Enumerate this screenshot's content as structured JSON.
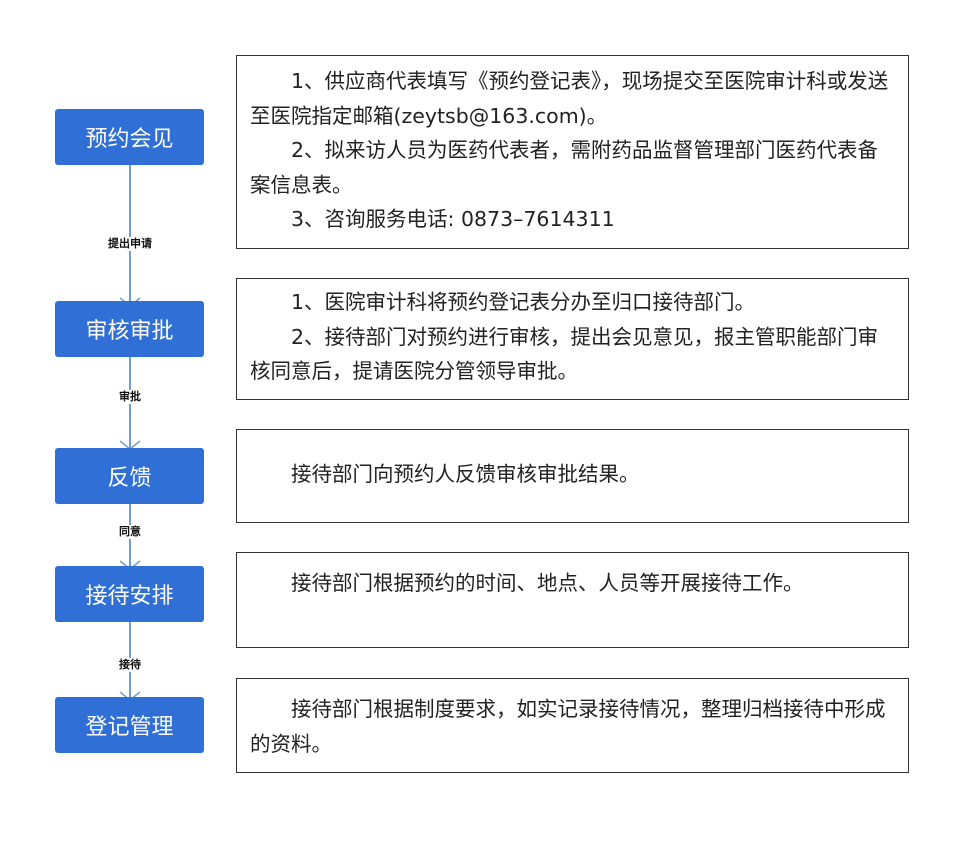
{
  "steps": [
    {
      "label": "预约会见"
    },
    {
      "label": "审核审批"
    },
    {
      "label": "反馈"
    },
    {
      "label": "接待安排"
    },
    {
      "label": "登记管理"
    }
  ],
  "connectors": [
    {
      "label": "提出申请"
    },
    {
      "label": "审批"
    },
    {
      "label": "同意"
    },
    {
      "label": "接待"
    }
  ],
  "panels": [
    {
      "paragraphs": [
        "1、供应商代表填写《预约登记表》，现场提交至医院审计科或发送至医院指定邮箱(zeytsb@163.com)。",
        "2、拟来访人员为医药代表者，需附药品监督管理部门医药代表备案信息表。",
        "3、咨询服务电话: 0873–7614311"
      ]
    },
    {
      "paragraphs": [
        "1、医院审计科将预约登记表分办至归口接待部门。",
        "2、接待部门对预约进行审核，提出会见意见，报主管职能部门审核同意后，提请医院分管领导审批。"
      ]
    },
    {
      "paragraphs": [
        "接待部门向预约人反馈审核审批结果。"
      ]
    },
    {
      "paragraphs": [
        "接待部门根据预约的时间、地点、人员等开展接待工作。"
      ]
    },
    {
      "paragraphs": [
        "接待部门根据制度要求，如实记录接待情况，整理归档接待中形成的资料。"
      ]
    }
  ],
  "colors": {
    "step_fill": "#2f6fd6",
    "connector": "#6f9ed4",
    "panel_border": "#333333"
  }
}
